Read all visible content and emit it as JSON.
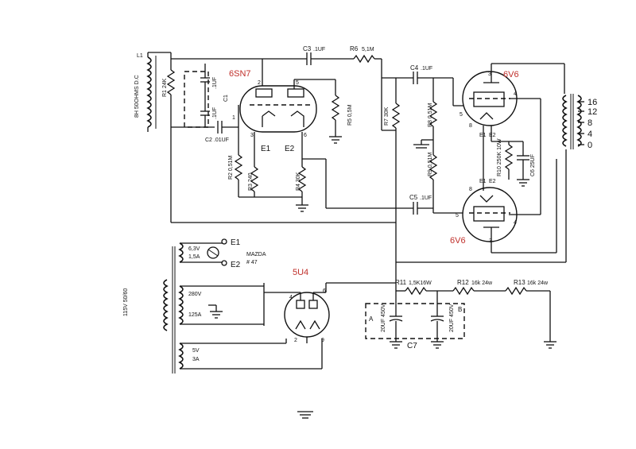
{
  "tubes": {
    "preamp": "6SN7",
    "output_top": "6V6",
    "output_bottom": "6V6",
    "rectifier": "5U4"
  },
  "components": {
    "L1": "L1",
    "choke": "8H 50OHMS D.C",
    "R1": "R1 24K",
    "C1": "C1",
    "C1_a": ".1UF",
    "C1_b": ".1UF",
    "C2": "C2 .01UF",
    "C3": "C3",
    "C3_val": ".1UF",
    "R6": "R6",
    "R6_val": "5,1M",
    "R5": "R5 0,5M",
    "R7": "R7 30K",
    "C4": "C4",
    "C4_val": ".1UF",
    "R8": "R8 0,51M",
    "R9": "R9 0,51M",
    "R10": "R10 250K 10W",
    "C6": "C6 25UF",
    "C5": "C5",
    "C5_val": ".1UF",
    "R2": "R2 0,51M",
    "R3": "R3 240",
    "R4": "R4 30K",
    "R11": "R11",
    "R11_val": "1,5K16W",
    "R12": "R12",
    "R12_val": "16k 24w",
    "R13": "R13",
    "R13_val": "16k 24w",
    "C7": "C7",
    "C7_a": "20UF 450V",
    "C7_b": "20UF 450V",
    "A": "A",
    "B": "B"
  },
  "power": {
    "mains": "115V 50/60",
    "heater_v": "6,3V",
    "heater_a": "1,5A",
    "lamp": "MAZDA",
    "lamp_no": "# 47",
    "hv": "280V",
    "hv_a": "125A",
    "rect_v": "5V",
    "rect_a": "3A"
  },
  "pins": {
    "e1": "E1",
    "e2": "E2",
    "p1": "1",
    "p2": "2",
    "p3": "3",
    "p4": "4",
    "p5": "5",
    "p6": "6",
    "p8": "8",
    "p9": "9"
  },
  "taps": [
    "16",
    "12",
    "8",
    "4",
    "0"
  ]
}
